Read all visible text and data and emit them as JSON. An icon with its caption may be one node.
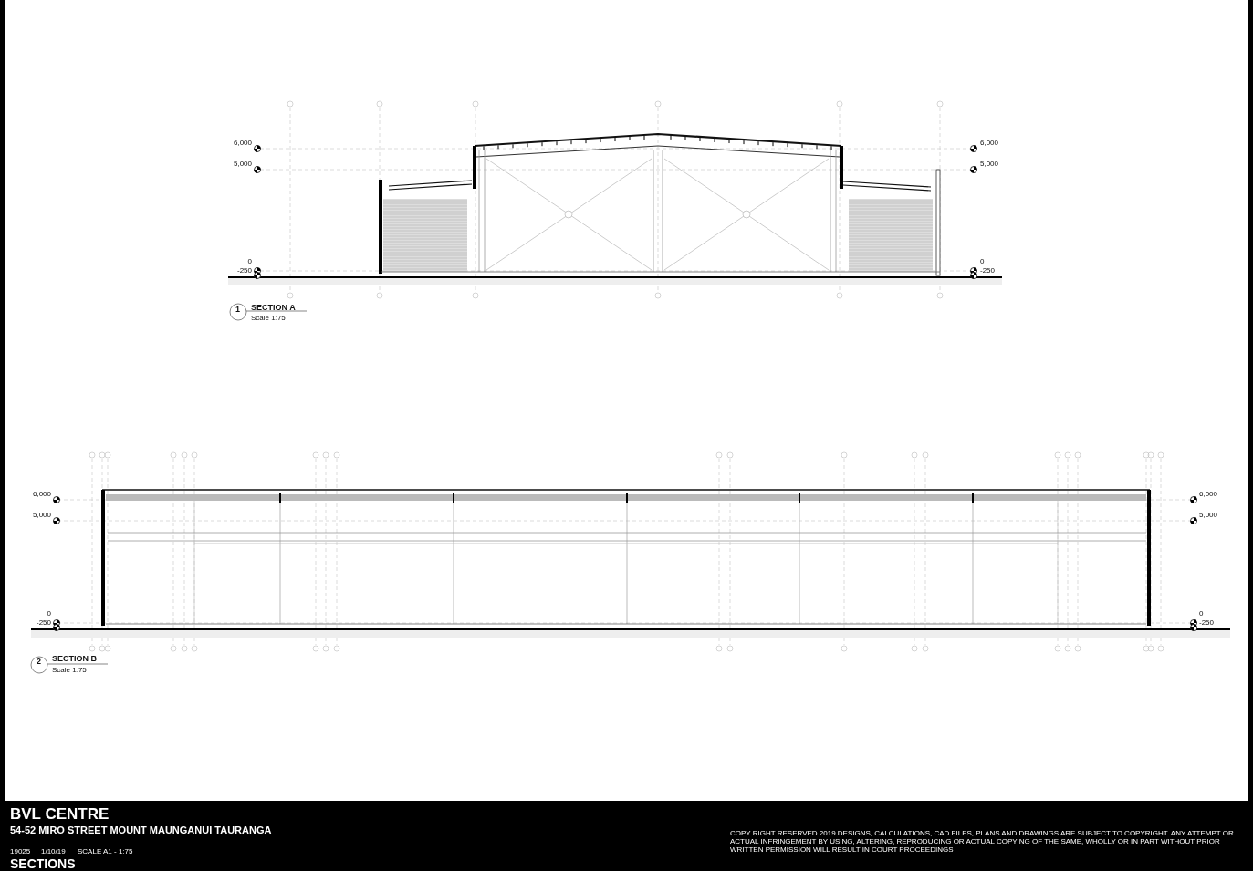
{
  "diagram": {
    "labels": [
      "6,000",
      "5,000",
      "0",
      "-250",
      "6,000",
      "5,000",
      "0",
      "-250",
      "1",
      "SECTION A",
      "Scale 1:75",
      "6,000",
      "5,000",
      "0",
      "-250",
      "6,000",
      "5,000",
      "0",
      "-250",
      "2",
      "SECTION B",
      "Scale 1:75",
      "BVL CENTRE",
      "54-52 MIRO STREET MOUNT MAUNGANUI TAURANGA",
      "19025",
      "1/10/19",
      "SCALE A1 - 1:75",
      "SECTIONS",
      "COPY RIGHT RESERVED 2019 DESIGNS, CALCULATIONS, CAD FILES, PLANS AND DRAWINGS ARE SUBJECT TO COPYRIGHT. ANY ATTEMPT OR ACTUAL INFRINGEMENT BY USING, ALTERING, REPRODUCING OR ACTUAL COPYING OF THE SAME, WHOLLY OR IN PART WITHOUT PRIOR WRITTEN PERMISSION WILL RESULT IN COURT PROCEEDINGS"
    ]
  }
}
